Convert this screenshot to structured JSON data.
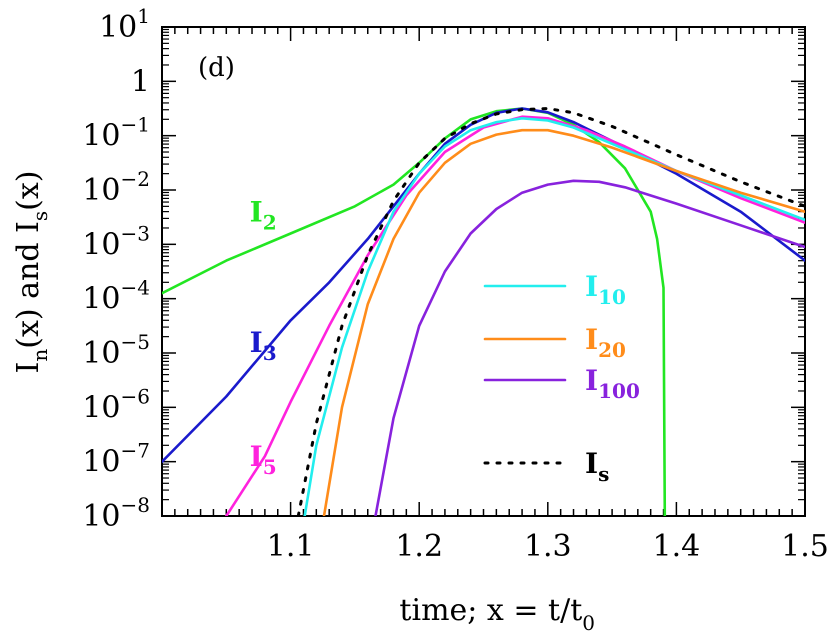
{
  "chart_data": {
    "type": "line",
    "panel_label": "(d)",
    "xlabel_main": "time; x = t/t",
    "xlabel_sub": "0",
    "ylabel": {
      "parts": [
        {
          "text": "I",
          "sub": false
        },
        {
          "text": "n",
          "sub": true
        },
        {
          "text": "(x) and I",
          "sub": false
        },
        {
          "text": "s",
          "sub": true
        },
        {
          "text": "(x)",
          "sub": false
        }
      ]
    },
    "xlim": [
      1.0,
      1.5
    ],
    "ylim_log10": [
      -8,
      1
    ],
    "y_scale": "log",
    "grid": false,
    "x_ticks": [
      {
        "value": 1.1,
        "label": "1.1"
      },
      {
        "value": 1.2,
        "label": "1.2"
      },
      {
        "value": 1.3,
        "label": "1.3"
      },
      {
        "value": 1.4,
        "label": "1.4"
      },
      {
        "value": 1.5,
        "label": "1.5"
      }
    ],
    "y_ticks": [
      {
        "exp": 1,
        "base": "10",
        "sup": "1"
      },
      {
        "exp": 0,
        "base": "1",
        "sup": ""
      },
      {
        "exp": -1,
        "base": "10",
        "sup": "−1"
      },
      {
        "exp": -2,
        "base": "10",
        "sup": "−2"
      },
      {
        "exp": -3,
        "base": "10",
        "sup": "−3"
      },
      {
        "exp": -4,
        "base": "10",
        "sup": "−4"
      },
      {
        "exp": -5,
        "base": "10",
        "sup": "−5"
      },
      {
        "exp": -6,
        "base": "10",
        "sup": "−6"
      },
      {
        "exp": -7,
        "base": "10",
        "sup": "−7"
      },
      {
        "exp": -8,
        "base": "10",
        "sup": "−8"
      }
    ],
    "legend_position": "center-right",
    "legend": [
      {
        "series": "I10",
        "base": "I",
        "sub": "10"
      },
      {
        "series": "I20",
        "base": "I",
        "sub": "20"
      },
      {
        "series": "I100",
        "base": "I",
        "sub": "100"
      },
      {
        "series": "Is",
        "base": "I",
        "sub": "s"
      }
    ],
    "series": [
      {
        "id": "I2",
        "label_base": "I",
        "label_sub": "2",
        "color": "#22e622",
        "dash": "",
        "x": [
          1.0,
          1.05,
          1.1,
          1.15,
          1.18,
          1.2,
          1.22,
          1.24,
          1.26,
          1.28,
          1.3,
          1.32,
          1.34,
          1.36,
          1.38,
          1.385,
          1.39,
          1.391
        ],
        "log10y": [
          -3.9,
          -3.3,
          -2.8,
          -2.3,
          -1.9,
          -1.5,
          -1.05,
          -0.7,
          -0.55,
          -0.5,
          -0.58,
          -0.8,
          -1.12,
          -1.6,
          -2.4,
          -2.9,
          -3.8,
          -8.0
        ]
      },
      {
        "id": "I3",
        "label_base": "I",
        "label_sub": "3",
        "color": "#1a1acc",
        "dash": "",
        "x": [
          1.0,
          1.05,
          1.1,
          1.13,
          1.16,
          1.18,
          1.2,
          1.22,
          1.24,
          1.26,
          1.28,
          1.3,
          1.32,
          1.35,
          1.4,
          1.45,
          1.5
        ],
        "log10y": [
          -7.0,
          -5.8,
          -4.4,
          -3.7,
          -2.9,
          -2.3,
          -1.7,
          -1.15,
          -0.8,
          -0.58,
          -0.5,
          -0.57,
          -0.75,
          -1.1,
          -1.7,
          -2.4,
          -3.3
        ]
      },
      {
        "id": "I5",
        "label_base": "I",
        "label_sub": "5",
        "color": "#ff22dd",
        "dash": "",
        "x": [
          1.05,
          1.08,
          1.1,
          1.13,
          1.16,
          1.19,
          1.22,
          1.25,
          1.28,
          1.3,
          1.33,
          1.36,
          1.4,
          1.45,
          1.5
        ],
        "log10y": [
          -8.0,
          -6.9,
          -5.9,
          -4.5,
          -3.2,
          -2.1,
          -1.3,
          -0.85,
          -0.65,
          -0.68,
          -0.9,
          -1.2,
          -1.65,
          -2.15,
          -2.6
        ]
      },
      {
        "id": "I10",
        "label_base": "I",
        "label_sub": "10",
        "color": "#22eeee",
        "dash": "",
        "x": [
          1.111,
          1.12,
          1.14,
          1.16,
          1.18,
          1.2,
          1.22,
          1.24,
          1.26,
          1.28,
          1.3,
          1.32,
          1.35,
          1.4,
          1.45,
          1.5
        ],
        "log10y": [
          -8.0,
          -6.7,
          -4.9,
          -3.5,
          -2.4,
          -1.7,
          -1.2,
          -0.9,
          -0.75,
          -0.68,
          -0.72,
          -0.85,
          -1.15,
          -1.65,
          -2.1,
          -2.55
        ]
      },
      {
        "id": "I20",
        "label_base": "I",
        "label_sub": "20",
        "color": "#ff8c1a",
        "dash": "",
        "x": [
          1.126,
          1.14,
          1.16,
          1.18,
          1.2,
          1.22,
          1.24,
          1.26,
          1.28,
          1.3,
          1.32,
          1.35,
          1.4,
          1.45,
          1.5
        ],
        "log10y": [
          -8.0,
          -6.0,
          -4.1,
          -2.9,
          -2.05,
          -1.5,
          -1.15,
          -0.98,
          -0.9,
          -0.9,
          -1.0,
          -1.22,
          -1.65,
          -2.05,
          -2.4
        ]
      },
      {
        "id": "I100",
        "label_base": "I",
        "label_sub": "100",
        "color": "#8822dd",
        "dash": "",
        "x": [
          1.166,
          1.18,
          1.2,
          1.22,
          1.24,
          1.26,
          1.28,
          1.3,
          1.32,
          1.34,
          1.36,
          1.4,
          1.45,
          1.5
        ],
        "log10y": [
          -8.0,
          -6.2,
          -4.5,
          -3.5,
          -2.8,
          -2.35,
          -2.05,
          -1.9,
          -1.83,
          -1.85,
          -1.95,
          -2.25,
          -2.65,
          -3.05
        ]
      },
      {
        "id": "Is",
        "label_base": "I",
        "label_sub": "s",
        "color": "#000000",
        "dash": "3 9",
        "x": [
          1.106,
          1.12,
          1.14,
          1.16,
          1.18,
          1.2,
          1.22,
          1.24,
          1.26,
          1.28,
          1.3,
          1.32,
          1.35,
          1.4,
          1.45,
          1.5
        ],
        "log10y": [
          -8.0,
          -6.3,
          -4.5,
          -3.2,
          -2.2,
          -1.5,
          -1.05,
          -0.78,
          -0.6,
          -0.52,
          -0.5,
          -0.58,
          -0.83,
          -1.35,
          -1.85,
          -2.3
        ]
      }
    ],
    "inline_labels": [
      {
        "series": "I2",
        "x": 1.065,
        "log10y": -2.4
      },
      {
        "series": "I3",
        "x": 1.065,
        "log10y": -4.8
      },
      {
        "series": "I5",
        "x": 1.065,
        "log10y": -6.9
      }
    ]
  }
}
